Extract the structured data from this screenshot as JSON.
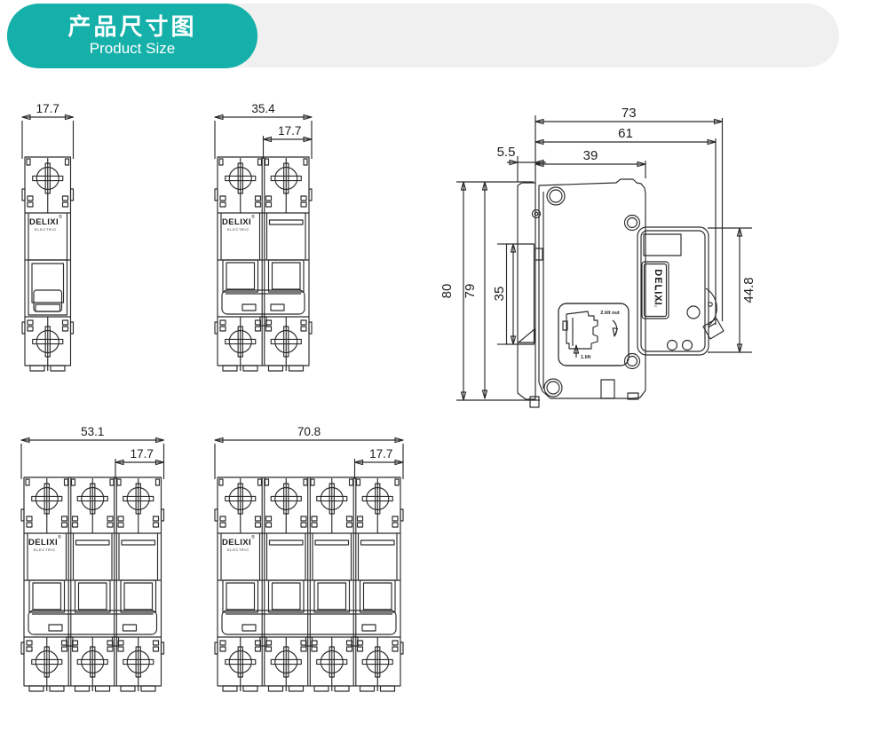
{
  "header": {
    "title": "产品尺寸图",
    "subtitle": "Product Size"
  },
  "brand": {
    "name": "DELIXI",
    "registered": "®",
    "sub": "ELECTRIC"
  },
  "drawings": {
    "front_views": [
      {
        "id": "1p",
        "poles": 1,
        "total_width": "17.7",
        "pole_width": ""
      },
      {
        "id": "2p",
        "poles": 2,
        "total_width": "35.4",
        "pole_width": "17.7"
      },
      {
        "id": "3p",
        "poles": 3,
        "total_width": "53.1",
        "pole_width": "17.7"
      },
      {
        "id": "4p",
        "poles": 4,
        "total_width": "70.8",
        "pole_width": "17.7"
      }
    ],
    "side_view": {
      "total_depth": "73",
      "front_depth": "61",
      "body_depth": "39",
      "din_offset": "5.5",
      "total_height": "80",
      "body_height": "79",
      "din_slot_height": "35",
      "front_height": "44.8",
      "instructions": {
        "step1": "1.lift",
        "step2": "2.tilt out"
      }
    }
  },
  "colors": {
    "accent": "#14b0a9",
    "header_bg": "#f0f0f1",
    "line": "#2b2b2b",
    "accent_bar": "#8e8e8e",
    "toggle_dark": "#3b3b3b",
    "toggle_tip": "#cfcfcf"
  }
}
